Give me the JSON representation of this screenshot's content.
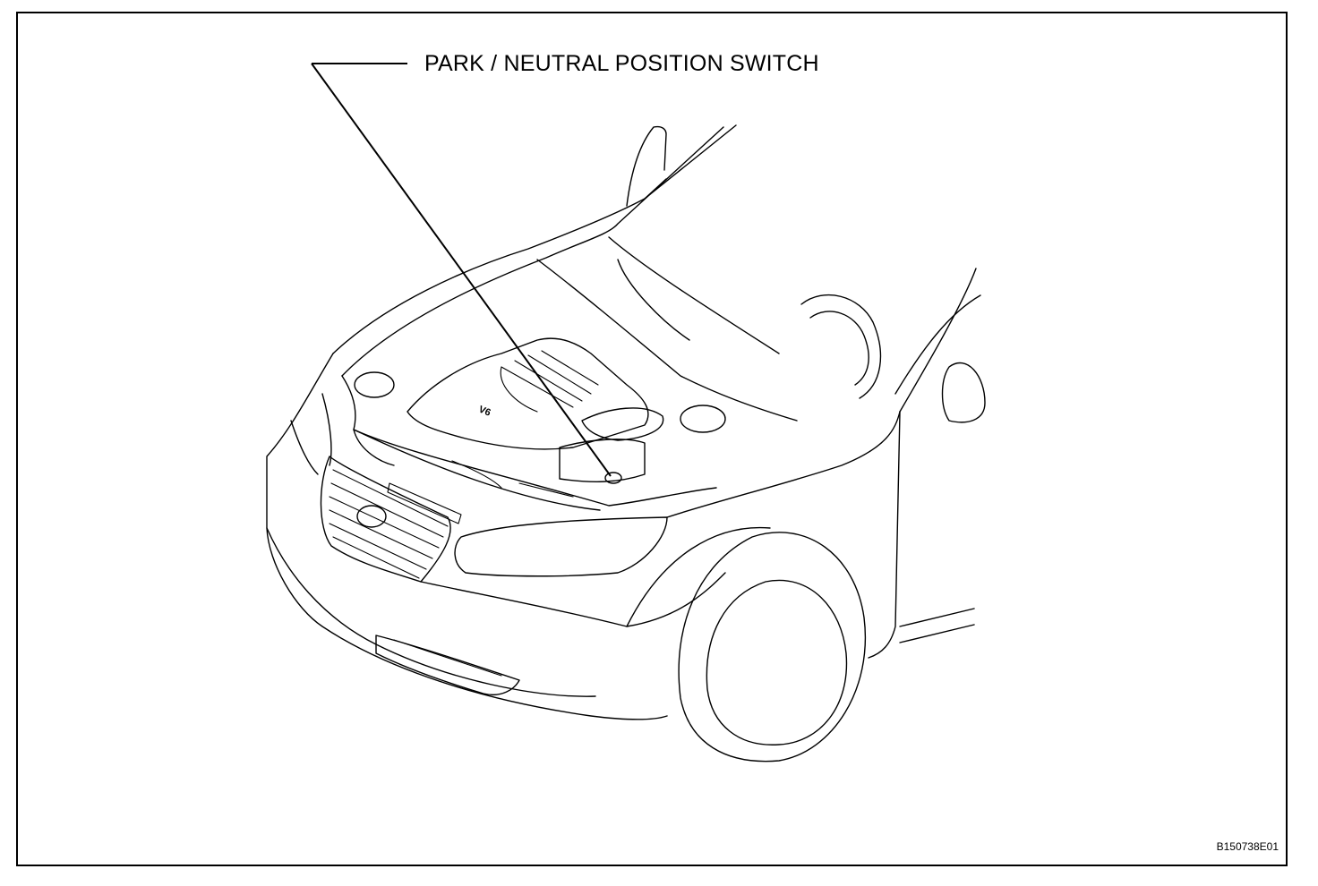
{
  "callout": {
    "label": "PARK / NEUTRAL POSITION SWITCH"
  },
  "figure": {
    "id": "B150738E01",
    "engine_badge": "V6"
  },
  "colors": {
    "line": "#000000",
    "background": "#ffffff"
  }
}
